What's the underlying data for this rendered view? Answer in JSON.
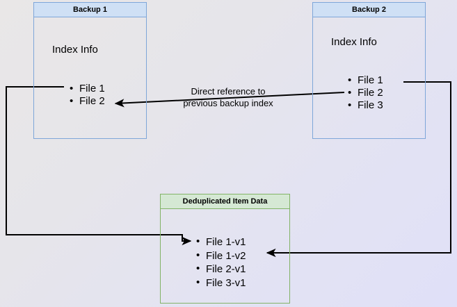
{
  "diagram": {
    "title_hidden": "",
    "background": {
      "from": "#e9e7e7",
      "to": "#e0e0f8"
    },
    "colors": {
      "blue_border": "#7ea6d9",
      "blue_header": "#cfe0f5",
      "green_border": "#82b366",
      "green_header": "#d5e8d4",
      "edge": "#000000",
      "text": "#000000"
    },
    "nodes": [
      {
        "id": "backup1",
        "header": "Backup 1",
        "body_label": "Index Info",
        "items": [
          "File 1",
          "File 2"
        ]
      },
      {
        "id": "backup2",
        "header": "Backup 2",
        "body_label": "Index Info",
        "items": [
          "File 1",
          "File 2",
          "File 3"
        ]
      },
      {
        "id": "dedup",
        "header": "Deduplicated Item Data",
        "items": [
          "File 1-v1",
          "File 1-v2",
          "File 2-v1",
          "File 3-v1"
        ]
      }
    ],
    "annotations": {
      "direct_reference_line1": "Direct reference to",
      "direct_reference_line2": "previous backup index"
    }
  }
}
